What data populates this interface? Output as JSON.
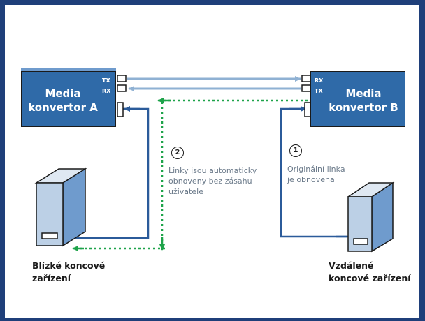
{
  "converter_a": {
    "label_line1": "Media",
    "label_line2": "konvertor  A",
    "tx": "TX",
    "rx": "RX"
  },
  "converter_b": {
    "label_line1": "Media",
    "label_line2": "konvertor  B",
    "rx": "RX",
    "tx": "TX"
  },
  "step2": {
    "number": "2",
    "line1": "Linky jsou automaticky",
    "line2": "obnoveny bez zásahu",
    "line3": "uživatele"
  },
  "step1": {
    "number": "1",
    "line1": "Originální linka",
    "line2": "je obnovena"
  },
  "near_device": {
    "line1": "Blízké koncové",
    "line2": "zařízení"
  },
  "far_device": {
    "line1": "Vzdálené",
    "line2": "koncové zařízení"
  },
  "colors": {
    "frame": "#1f3f7a",
    "box": "#2f6aa8",
    "fiber": "#8fb1d3",
    "copper": "#2b5b9a",
    "dotted": "#1ea34a"
  }
}
